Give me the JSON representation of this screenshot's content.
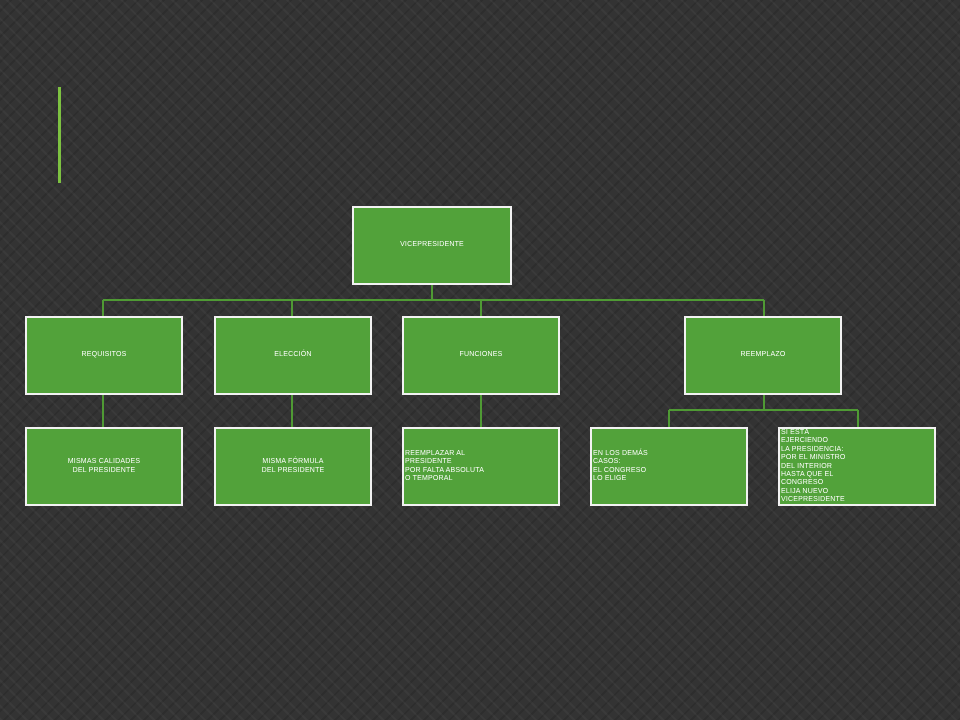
{
  "org_chart": {
    "root": {
      "label": "VICEPRESIDENTE"
    },
    "branches": [
      {
        "label": "REQUISITOS",
        "child": "MISMAS CALIDADES\nDEL PRESIDENTE"
      },
      {
        "label": "ELECCIÓN",
        "child": "MISMA FÓRMULA\nDEL PRESIDENTE"
      },
      {
        "label": "FUNCIONES",
        "child": "REEMPLAZAR AL\nPRESIDENTE\nPOR FALTA ABSOLUTA\nO TEMPORAL"
      },
      {
        "label": "REEMPLAZO",
        "children": [
          "EN LOS DEMÁS\nCASOS:\nEL CONGRESO\nLO ELIGE",
          "SI ESTÁ\nEJERCIENDO\nLA PRESIDENCIA:\nPOR EL MINISTRO\nDEL INTERIOR\nHASTA QUE EL\nCONGRESO\nELIJA NUEVO\nVICEPRESIDENTE"
        ]
      }
    ]
  },
  "colors": {
    "background": "#333333",
    "node_fill": "#52a23a",
    "node_border": "#f2f2f2",
    "connector": "#4f9a34",
    "accent": "#7dc241"
  }
}
